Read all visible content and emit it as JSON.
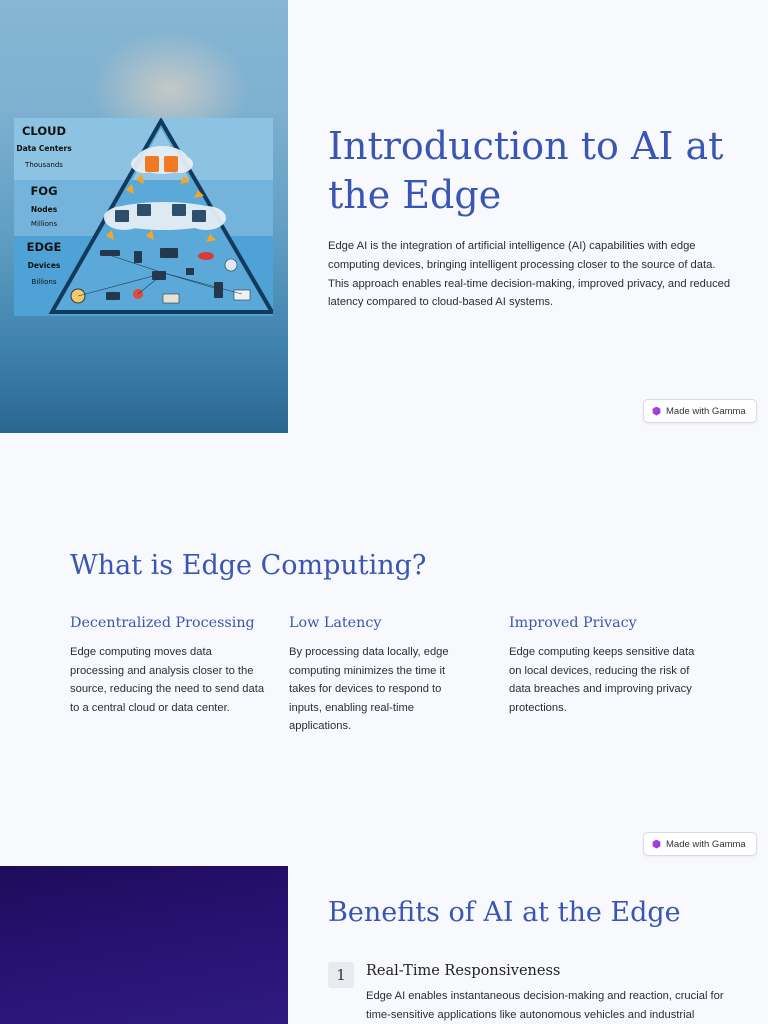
{
  "slide1": {
    "title": "Introduction to AI at the Edge",
    "body": " Edge AI is the integration of artificial intelligence (AI) capabilities with edge computing devices, bringing intelligent processing closer to the source of data. This approach enables real-time decision-making, improved privacy, and reduced latency compared to cloud-based AI systems.",
    "pyramid": {
      "cloud": {
        "label": "CLOUD",
        "sub": "Data Centers",
        "count": "Thousands"
      },
      "fog": {
        "label": "FOG",
        "sub": "Nodes",
        "count": "Millions"
      },
      "edge": {
        "label": "EDGE",
        "sub": "Devices",
        "count": "Billions"
      }
    },
    "badge": "Made with Gamma"
  },
  "slide2": {
    "title": "What is Edge Computing?",
    "columns": [
      {
        "title": "Decentralized Processing",
        "body": "Edge computing moves data processing and analysis closer to the source, reducing the need to send data to a central cloud or data center."
      },
      {
        "title": "Low Latency",
        "body": "By processing data locally, edge computing minimizes the time it takes for devices to respond to inputs, enabling real-time applications."
      },
      {
        "title": "Improved Privacy",
        "body": "Edge computing keeps sensitive data on local devices, reducing the risk of data breaches and improving privacy protections."
      }
    ],
    "badge": "Made with Gamma"
  },
  "slide3": {
    "title": "Benefits of AI at the Edge",
    "benefits": [
      {
        "number": "1",
        "title": "Real-Time Responsiveness",
        "body": "Edge AI enables instantaneous decision-making and reaction, crucial for time-sensitive applications like autonomous vehicles and industrial"
      }
    ]
  },
  "colors": {
    "accent": "#3a55b4",
    "background": "#f8f9fc"
  }
}
